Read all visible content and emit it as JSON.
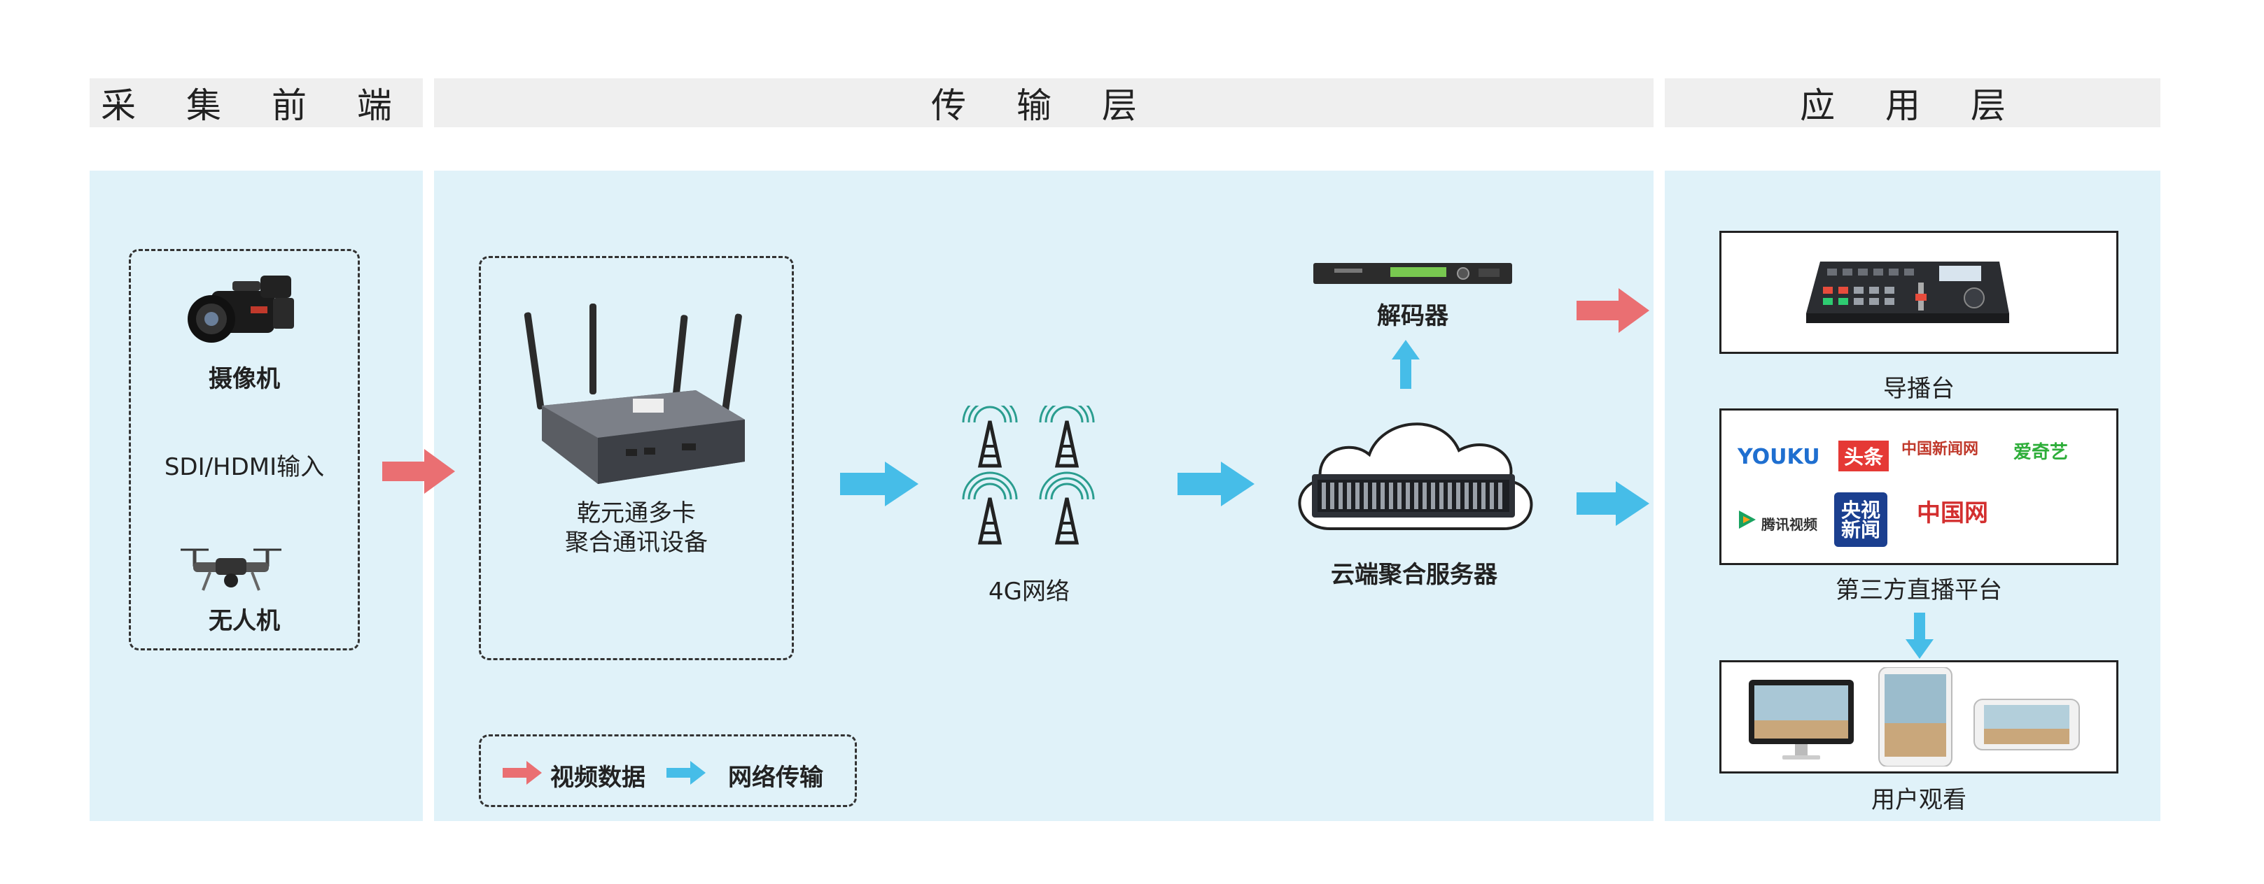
{
  "headers": {
    "capture": "采 集 前 端",
    "transport": "传 输 层",
    "application": "应 用 层"
  },
  "capture": {
    "camera_label": "摄像机",
    "input_label": "SDI/HDMI输入",
    "drone_label": "无人机"
  },
  "transport": {
    "device_label_line1": "乾元通多卡",
    "device_label_line2": "聚合通讯设备",
    "network_label": "4G网络",
    "decoder_label": "解码器",
    "server_label": "云端聚合服务器"
  },
  "application": {
    "director_label": "导播台",
    "platform_label": "第三方直播平台",
    "viewer_label": "用户观看",
    "logos": [
      "YOUKU",
      "头条",
      "中国新闻网",
      "爱奇艺",
      "腾讯视频",
      "央视新闻",
      "中国网"
    ]
  },
  "legend": {
    "video_data": "视频数据",
    "network_transfer": "网络传输"
  },
  "colors": {
    "video_arrow": "#ea6f72",
    "network_arrow": "#46bde8",
    "panel_bg": "#e0f2f9",
    "header_bg": "#efefef"
  }
}
